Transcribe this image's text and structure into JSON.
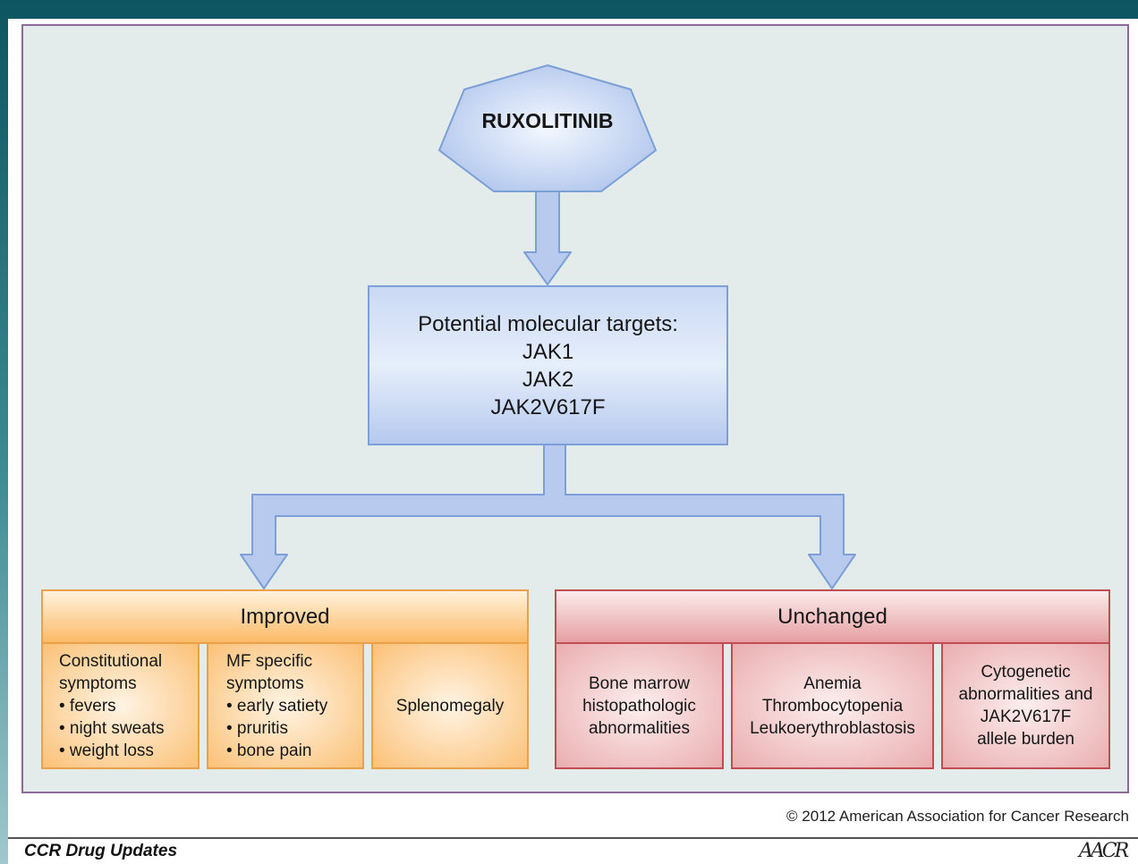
{
  "drug": "RUXOLITINIB",
  "targets": {
    "heading": "Potential molecular targets:",
    "items": [
      "JAK1",
      "JAK2",
      "JAK2V617F"
    ]
  },
  "improved": {
    "label": "Improved",
    "col1": [
      "Constitutional",
      "symptoms",
      "• fevers",
      "• night sweats",
      "• weight loss"
    ],
    "col2": [
      "MF specific",
      "symptoms",
      "• early satiety",
      "• pruritis",
      "• bone pain"
    ],
    "col3": [
      "Splenomegaly"
    ]
  },
  "unchanged": {
    "label": "Unchanged",
    "col1": [
      "Bone marrow",
      "histopathologic",
      "abnormalities"
    ],
    "col2": [
      "Anemia",
      "Thrombocytopenia",
      "Leukoerythroblastosis"
    ],
    "col3": [
      "Cytogenetic",
      "abnormalities and",
      "JAK2V617F",
      "allele burden"
    ]
  },
  "copyright": "© 2012 American Association for Cancer Research",
  "footer": "CCR Drug Updates",
  "logo_text": "AACR",
  "colors": {
    "node_blue": "#b9cdef",
    "node_blue_border": "#6f95cf",
    "improved_orange": "#fbc27e",
    "improved_border": "#e9a145",
    "unchanged_red": "#eab5b6",
    "unchanged_border": "#c04a51",
    "panel_bg": "#e3ecea"
  }
}
